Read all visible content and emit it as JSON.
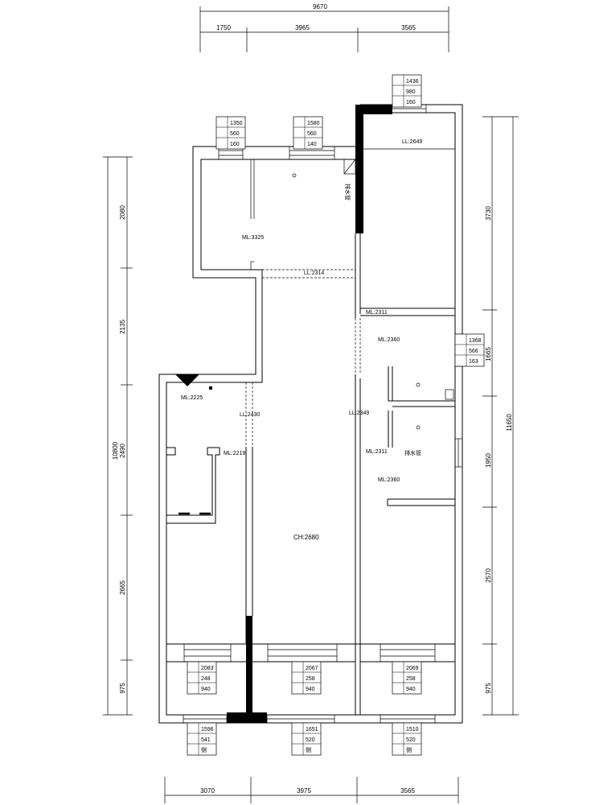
{
  "top_dims": {
    "total": "9670",
    "segments": [
      "1750",
      "3965",
      "3565"
    ]
  },
  "bottom_dims": {
    "segments": [
      "3070",
      "3975",
      "3565"
    ]
  },
  "left_dims": {
    "total": "10800",
    "segments": [
      "2080",
      "2135",
      "2490",
      "2665",
      "975"
    ]
  },
  "right_dims": {
    "total": "11650",
    "segments": [
      "3730",
      "1665",
      "1950",
      "2570",
      "975"
    ]
  },
  "room_labels": {
    "top_left_room": "ML:3325",
    "top_right_room": "LL:2649",
    "top_beam": "LL:2314",
    "kitchen_ml": "ML:2311",
    "bath1": "ML:2360",
    "bath1_2": "LL:2349",
    "bath2_ml": "ML:2311",
    "bath2": "ML:2360",
    "left_room": "ML:2225",
    "left_room_ll": "LL:2430",
    "left_room_ml2": "ML:2219",
    "center": "CH:2680",
    "pipe1": "排水管",
    "pipe2": "排水管"
  },
  "window_tags": [
    {
      "h": "1350",
      "low": "560",
      "side": "160"
    },
    {
      "h": "1580",
      "low": "560",
      "side": "140"
    },
    {
      "h": "1436",
      "low": "980",
      "side": "160"
    },
    {
      "h": "1368",
      "low": "566",
      "side": "163"
    },
    {
      "h": "2083",
      "low": "248",
      "side": "940"
    },
    {
      "h": "2067",
      "low": "258",
      "side": "940"
    },
    {
      "h": "2069",
      "low": "258",
      "side": "940"
    },
    {
      "h": "1596",
      "low": "541",
      "side": "侧"
    },
    {
      "h": "1651",
      "low": "520",
      "side": "侧"
    },
    {
      "h": "1510",
      "low": "520",
      "side": "侧"
    }
  ]
}
